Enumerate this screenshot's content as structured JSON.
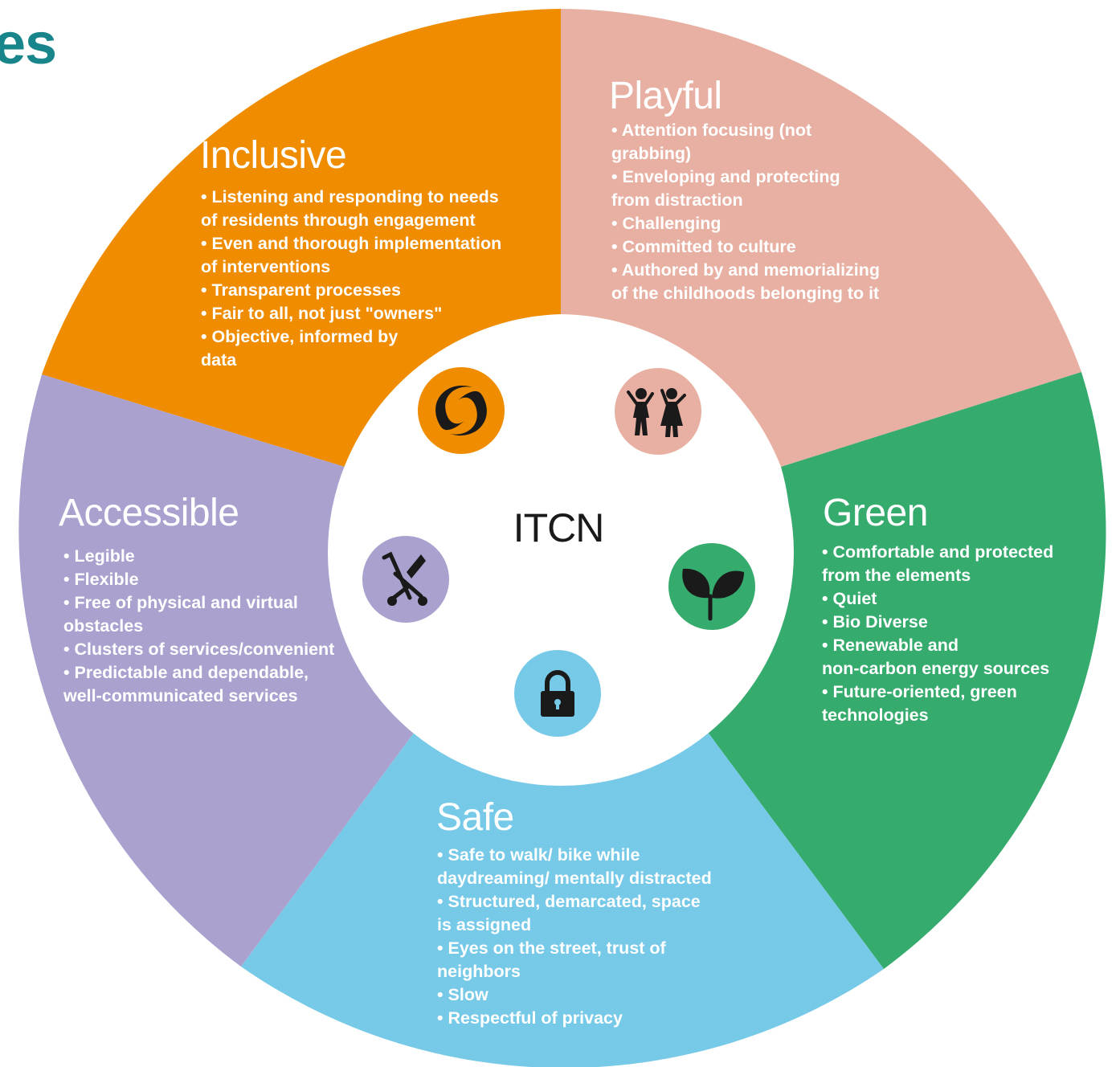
{
  "heading_fragment": "es",
  "center": {
    "label": "ITCN"
  },
  "colors": {
    "inclusive": "#ef8c00",
    "playful": "#e8b0a3",
    "green": "#36ab6e",
    "safe": "#77c9e8",
    "accessible": "#aaa1cf",
    "hub": "#ffffff",
    "heading": "#17858a"
  },
  "segments": [
    {
      "id": "inclusive",
      "title": "Inclusive",
      "icon": "hands-circle-icon",
      "items": [
        "• Listening and responding to needs",
        "of residents through engagement",
        "• Even and thorough implementation",
        "of interventions",
        "• Transparent processes",
        "• Fair to all, not just \"owners\"",
        "• Objective, informed by",
        "data"
      ]
    },
    {
      "id": "playful",
      "title": "Playful",
      "icon": "children-playing-icon",
      "items": [
        "• Attention focusing (not",
        "grabbing)",
        "• Enveloping and protecting",
        "from distraction",
        "• Challenging",
        "• Committed to culture",
        "• Authored by and memorializing",
        "of the childhoods belonging to it"
      ]
    },
    {
      "id": "green",
      "title": "Green",
      "icon": "sprout-icon",
      "items": [
        "• Comfortable and protected",
        "from the elements",
        "• Quiet",
        "• Bio Diverse",
        "• Renewable and",
        "non-carbon energy sources",
        "• Future-oriented, green",
        "technologies"
      ]
    },
    {
      "id": "safe",
      "title": "Safe",
      "icon": "padlock-icon",
      "items": [
        "• Safe to walk/ bike while",
        "daydreaming/ mentally distracted",
        "• Structured, demarcated, space",
        "is assigned",
        "• Eyes on the street, trust of",
        "neighbors",
        "• Slow",
        "• Respectful of privacy"
      ]
    },
    {
      "id": "accessible",
      "title": "Accessible",
      "icon": "stroller-icon",
      "items": [
        "• Legible",
        "• Flexible",
        "• Free of physical and virtual",
        "obstacles",
        "• Clusters of services/convenient",
        "• Predictable and dependable,",
        "well-communicated services"
      ]
    }
  ]
}
